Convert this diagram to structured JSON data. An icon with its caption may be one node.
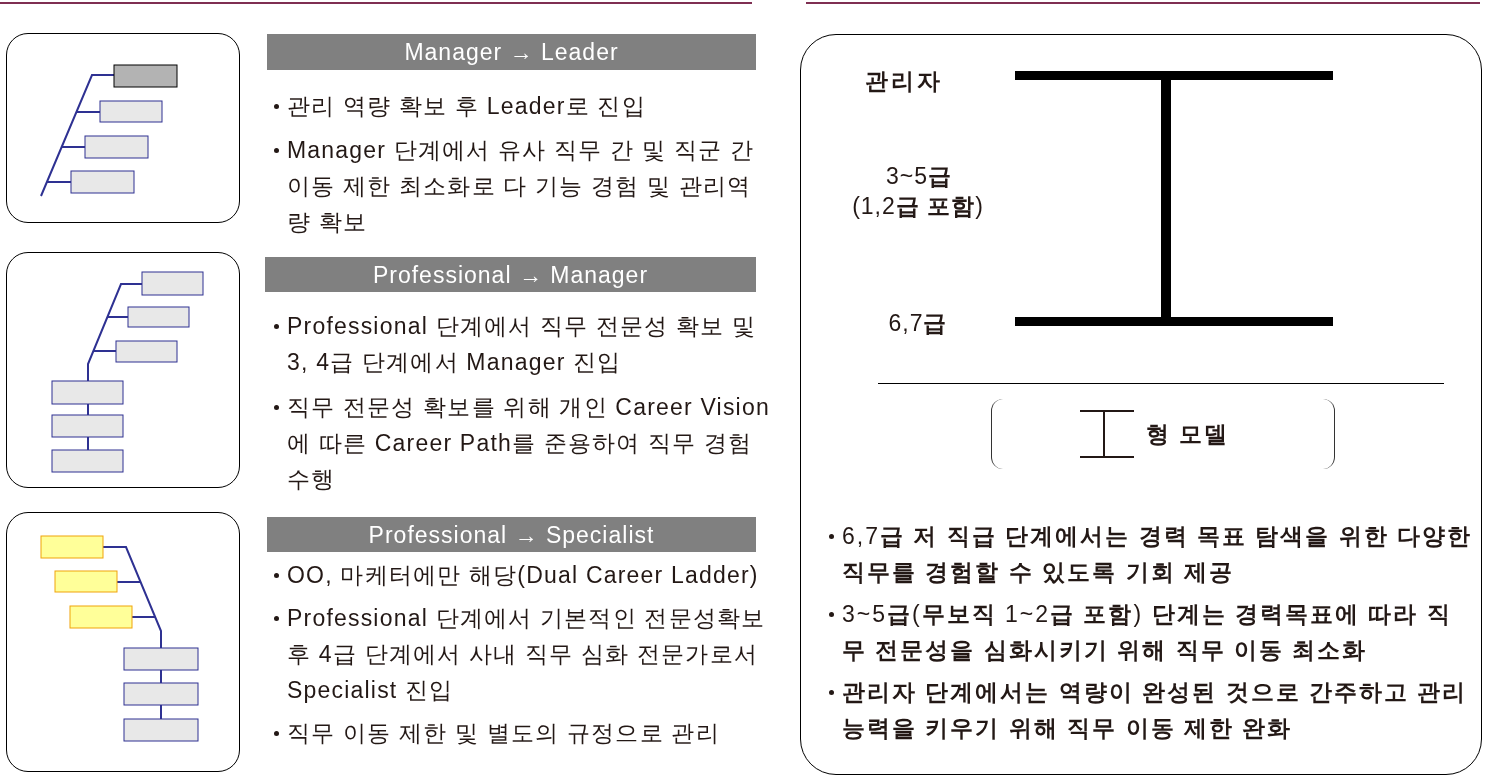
{
  "diagram": {
    "nodes": [
      {
        "text": [],
        "shape": "picture"
      },
      {
        "text": [
          "Manager → Leader"
        ],
        "beside": [
          "관리 역량 확보 후 Leader로 진입",
          "Manager 단계에서 유사 직무 간 및 직군 간 이동 제한 최소화로 다 기능 경험 및 관리역량 확보"
        ]
      },
      {
        "text": [],
        "shape": "picture"
      },
      {
        "text": [
          "Professional → Manager"
        ],
        "beside": [
          "Professional 단계에서 직무 전문성 확보 및 3, 4급 단계에서 Manager 진입",
          "직무 전문성 확보를 위해 개인 Career Vision에 따른 Career Path를 준용하여 직무 경험 수행"
        ]
      },
      {
        "text": [],
        "shape": "picture"
      },
      {
        "text": [
          "Professional → Specialist"
        ],
        "beside": [
          "OO, 마케터에만 해당(Dual Career Ladder)",
          "Professional 단계에서 기본적인 전문성확보 후 4급 단계에서 사내 직무 심화 전문가로서 Specialist 진입",
          "직무 이동 제한 및 별도의 규정으로 관리"
        ]
      },
      {
        "text": [
          "관리자",
          "3~5**급**",
          "(1,2**급 포함**)",
          "6,7**급**",
          "6,7**급 저 직급 단계에서는 경력 목표 탐색을 위한 다양한 직무를 경험할 수 있도록 기회 제공**",
          "3~5**급**(**무보직** 1~2**급 포함**) **단계는 경력목표에 따라 직무 전문성을 심화시키기 위해 직무 이동 최소화**",
          "관리자 단계에서는 역량이 완성된 것으로 간주하고 관리 능력을 키우기 위해 직무 이동 제한 완화"
        ]
      },
      {
        "text": [
          "형 모델"
        ],
        "in": 6
      }
    ]
  }
}
